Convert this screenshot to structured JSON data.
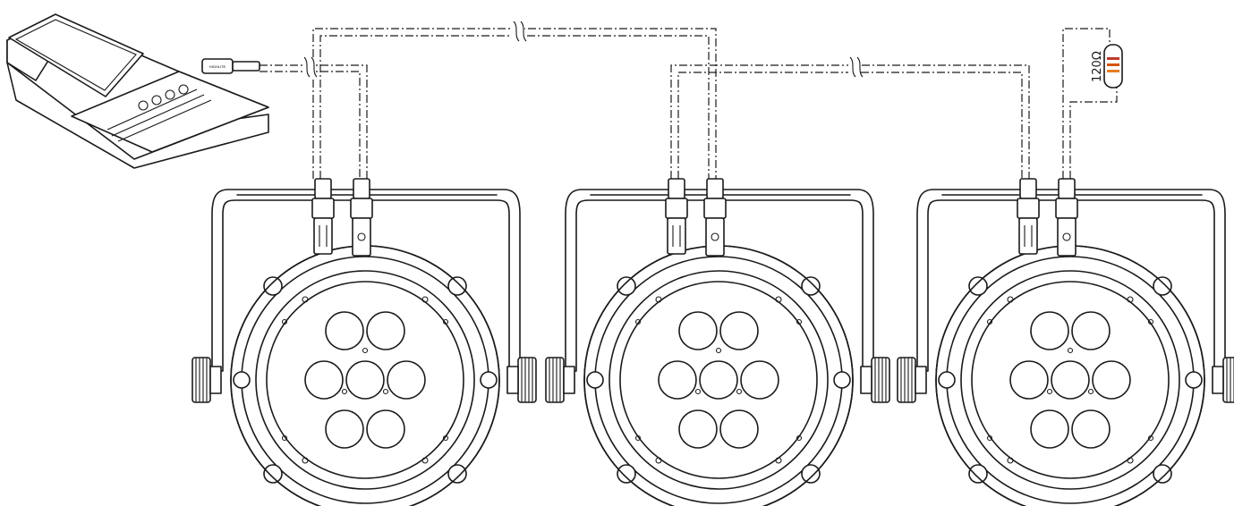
{
  "diagram": {
    "terminator": {
      "label": "120Ω",
      "band_colors": [
        "#c0392b",
        "#d35400",
        "#e67e22"
      ]
    },
    "controller_brand": "HIGHLITE",
    "fixtures": [
      {
        "id": "fixture-1",
        "led_count": 7
      },
      {
        "id": "fixture-2",
        "led_count": 7
      },
      {
        "id": "fixture-3",
        "led_count": 7
      }
    ]
  }
}
